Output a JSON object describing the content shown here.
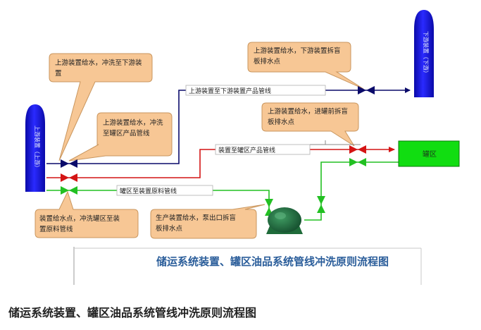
{
  "vessels": {
    "left": "上游装置（上游）",
    "right": "下游装置（下游）"
  },
  "tank_label": "罐区",
  "callouts": {
    "top_left": [
      "上游装置给水，冲洗至下游装",
      "置"
    ],
    "mid_left": [
      "上游装置给水，冲洗",
      "至罐区产品管线"
    ],
    "top_right": [
      "上游装置给水，下游装置拆盲",
      "板排水点"
    ],
    "mid_right": [
      "上游装置给水，进罐前拆盲",
      "板排水点"
    ],
    "bottom_left": [
      "装置给水点，冲洗罐区至装",
      "置原料管线"
    ],
    "bottom_mid": [
      "生产装置给水，泵出口拆盲",
      "板排水点"
    ]
  },
  "line_labels": {
    "line_downstream": "上游装置至下游装置产品管线",
    "line_tank": "装置至罐区产品管线",
    "line_feed": "罐区至装置原料管线"
  },
  "diagram_title": "储运系统装置、罐区油品系统管线冲洗原则流程图",
  "caption": "储运系统装置、罐区油品系统管线冲洗原则流程图",
  "colors": {
    "vessel": "#1010e0",
    "callout_fill": "#f7c795",
    "callout_stroke": "#c9965e",
    "tank": "#11dd11",
    "pump": "#1f6b3a",
    "line_blue": "#0a0a6a",
    "line_red": "#d41414",
    "line_green": "#22c022",
    "title": "#2a5d9a"
  }
}
